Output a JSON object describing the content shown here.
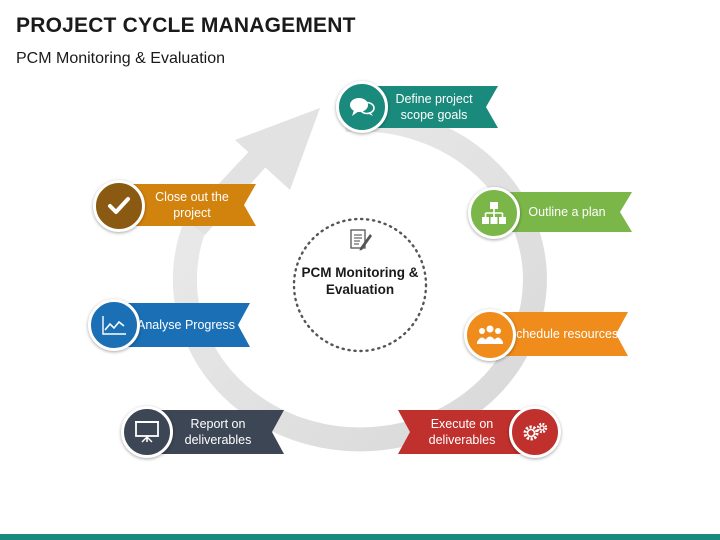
{
  "header": {
    "title": "PROJECT CYCLE MANAGEMENT",
    "subtitle": "PCM Monitoring & Evaluation"
  },
  "center": {
    "icon": "document-pen-icon",
    "text": "PCM Monitoring & Evaluation"
  },
  "steps": [
    {
      "label": "Define project scope goals",
      "color": "#1a8a7c",
      "icon": "speech-bubbles-icon"
    },
    {
      "label": "Outline a plan",
      "color": "#7ab648",
      "icon": "org-chart-icon"
    },
    {
      "label": "Schedule resources",
      "color": "#ef8c1c",
      "icon": "team-icon"
    },
    {
      "label": "Execute on deliverables",
      "color": "#c0312e",
      "icon": "gears-icon"
    },
    {
      "label": "Report on deliverables",
      "color": "#3d4654",
      "icon": "presentation-board-icon"
    },
    {
      "label": "Analyse Progress",
      "color": "#1b6fb5",
      "icon": "line-chart-icon"
    },
    {
      "label": "Close out the project",
      "color": "#d2830e",
      "icon": "checkmark-icon"
    }
  ],
  "colors": {
    "cycle_arrow": "#e4e4e4",
    "bottom_bar": "#1a8a7c"
  }
}
